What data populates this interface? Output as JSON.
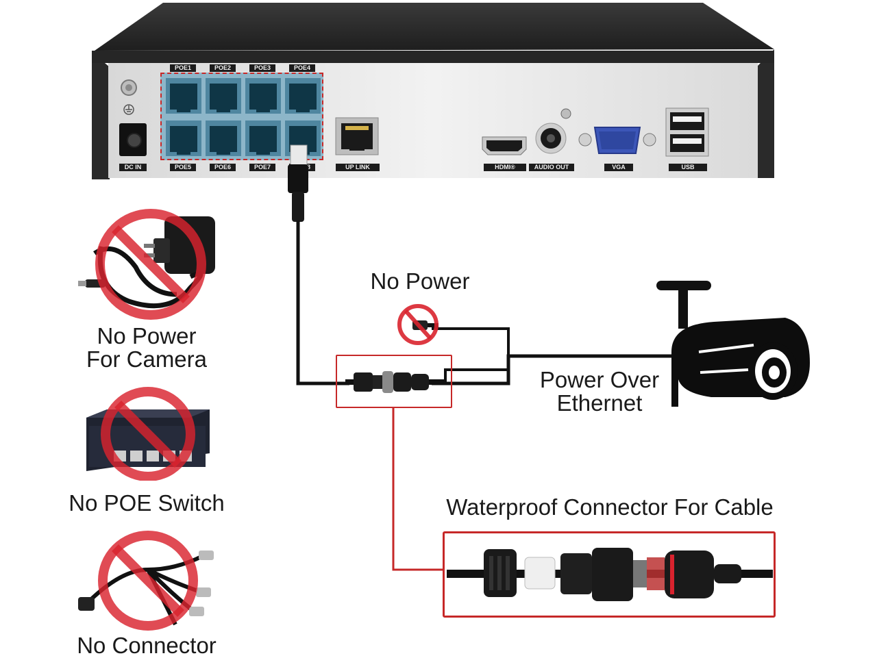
{
  "nvr": {
    "poe_top": [
      "POE1",
      "POE2",
      "POE3",
      "POE4"
    ],
    "poe_bottom": [
      "POE5",
      "POE6",
      "POE7",
      "POE8"
    ],
    "dc_in": "DC IN",
    "uplink": "UP LINK",
    "hdmi": "HDMI®",
    "audio_out": "AUDIO OUT",
    "vga": "VGA",
    "usb": "USB"
  },
  "prohibited": [
    {
      "line1": "No Power",
      "line2": "For Camera",
      "icon": "power-adapter-icon"
    },
    {
      "line1": "No POE Switch",
      "line2": "",
      "icon": "poe-switch-icon"
    },
    {
      "line1": "No Connector",
      "line2": "",
      "icon": "splitter-cable-icon"
    }
  ],
  "labels": {
    "no_power": "No Power",
    "poe_line1": "Power Over",
    "poe_line2": "Ethernet",
    "waterproof": "Waterproof Connector For Cable"
  },
  "colors": {
    "prohibited_red": "#d9232e",
    "highlight_red": "#c62828",
    "nvr_body": "#2b2b2b",
    "nvr_panel": "#e8e8e8"
  }
}
